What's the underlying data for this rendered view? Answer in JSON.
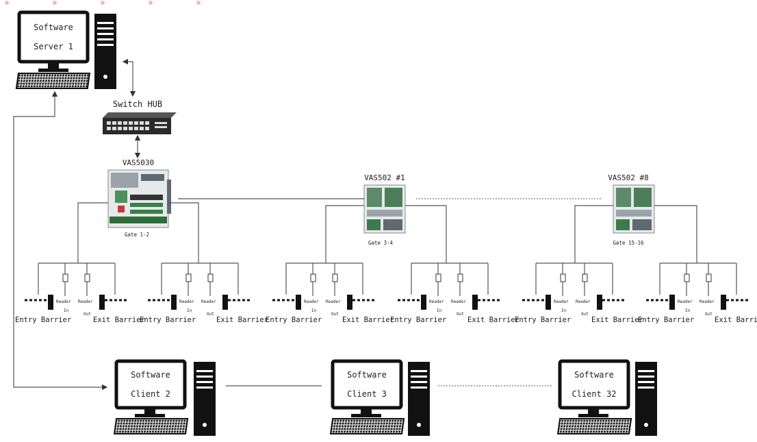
{
  "server": {
    "line1": "Software",
    "line2": "Server 1"
  },
  "switch_hub": {
    "label": "Switch HUB"
  },
  "controllers": [
    {
      "name": "VAS5030",
      "gate": "Gate 1-2"
    },
    {
      "name": "VAS502 #1",
      "gate": "Gate 3-4"
    },
    {
      "name": "VAS502 #8",
      "gate": "Gate 15-16"
    }
  ],
  "reader_labels": {
    "in_label": "Reader",
    "in_sub": "In",
    "out_label": "Reader",
    "out_sub": "Out"
  },
  "barrier_labels": [
    "Entry Barrier",
    "Exit Barrier",
    "Entry Barrier",
    "Exit Barrier",
    "Entry Barrier",
    "Exit Barrier",
    "Entry Barrier",
    "Exit Barrier",
    "Entry Barrier",
    "Exit Barrier",
    "Entry Barrier",
    "Exit Barrier"
  ],
  "clients": [
    {
      "line1": "Software",
      "line2": "Client 2"
    },
    {
      "line1": "Software",
      "line2": "Client 3"
    },
    {
      "line1": "Software",
      "line2": "Client 32"
    }
  ],
  "colors": {
    "line": "#555555",
    "board_green": "#4f8f5a",
    "board_body": "#dfe4e8",
    "hub": "#2a2a2a"
  }
}
